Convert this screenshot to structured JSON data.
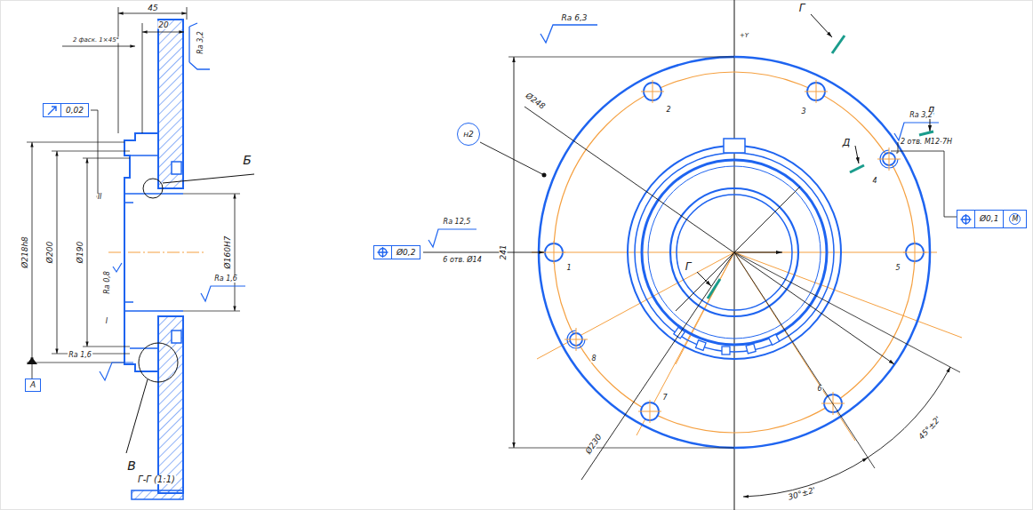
{
  "diagram": {
    "caption": "Г-Г (1:1)",
    "nodes": [
      {
        "text": [
          "0,02"
        ]
      },
      {
        "text": [
          "А"
        ]
      },
      {
        "text": [
          "Ø0,1",
          "М"
        ]
      },
      {
        "text": [
          "Ø0,2"
        ]
      },
      {
        "text": [
          "н2"
        ]
      }
    ],
    "labels": [
      "45",
      "20",
      "2 фаск. 1×45°",
      "Ra 3,2",
      "II",
      "I",
      "Ra 0,8",
      "Ra 1,6",
      "Ra 1,6",
      "Б",
      "В",
      "Ø218h8",
      "Ø200",
      "Ø190",
      "Ø160H7",
      "Ra 6,3",
      "+Y",
      "Г",
      "Г",
      "Д",
      "Д",
      "Ra 3,2",
      "2 отв. М12-7Н",
      "Ra 12,5",
      "6 отв. Ø14",
      "Ø248",
      "241",
      "Ø230",
      "30°±2'",
      "45°±2'",
      "1",
      "2",
      "3",
      "4",
      "5",
      "6",
      "7",
      "8"
    ]
  }
}
